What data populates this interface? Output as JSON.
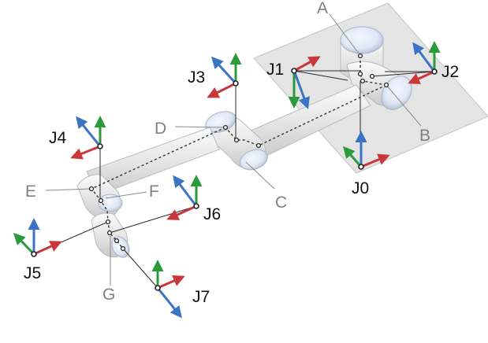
{
  "diagram": {
    "joint_labels": [
      "J0",
      "J1",
      "J2",
      "J3",
      "J4",
      "J5",
      "J6",
      "J7"
    ],
    "point_labels": [
      "A",
      "B",
      "C",
      "D",
      "E",
      "F",
      "G"
    ],
    "colors": {
      "axis_x": "#c8383b",
      "axis_y": "#2a9a3a",
      "axis_z": "#3b74c4",
      "label_dark": "#111111",
      "label_grey": "#808080",
      "base_plate": "#e4e4e4"
    },
    "icons": [
      "coordinate-frame-icon"
    ]
  }
}
